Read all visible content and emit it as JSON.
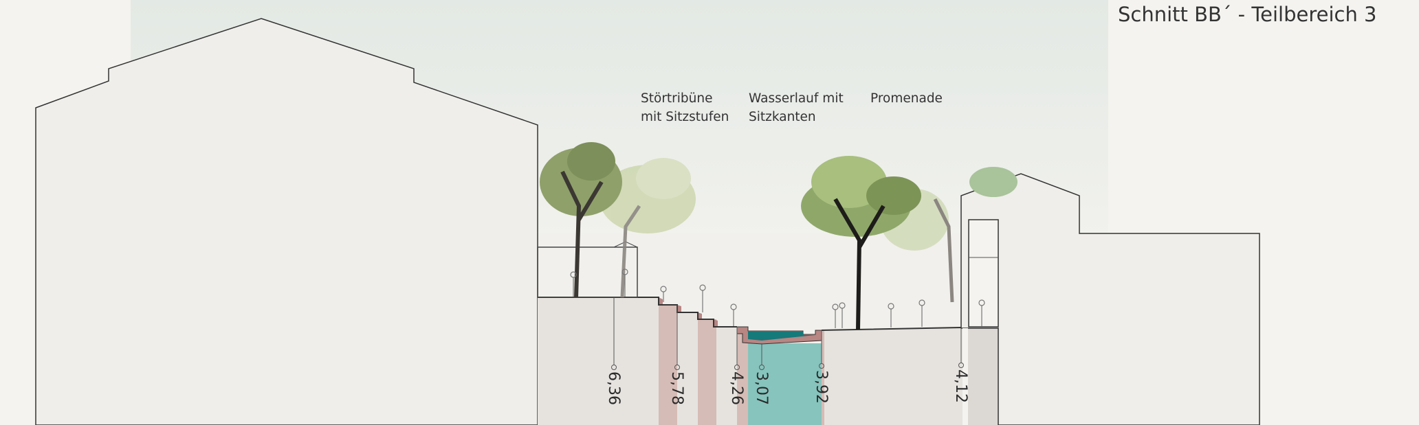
{
  "title": "Schnitt BB´ - Teilbereich 3",
  "labels": [
    {
      "line1": "Störtribüne",
      "line2": "mit Sitzstufen"
    },
    {
      "line1": "Wasserlauf mit",
      "line2": "Sitzkanten"
    },
    {
      "line1": "Promenade",
      "line2": ""
    }
  ],
  "elevations": [
    "6,36",
    "5,78",
    "4,26",
    "3,07",
    "3,92",
    "4,12"
  ],
  "colors": {
    "water": "#86c4bd",
    "water_surface": "#16797a",
    "steps": "#d6bcb6",
    "ground": "#e6e3df",
    "sky": "#e3e9e4"
  }
}
